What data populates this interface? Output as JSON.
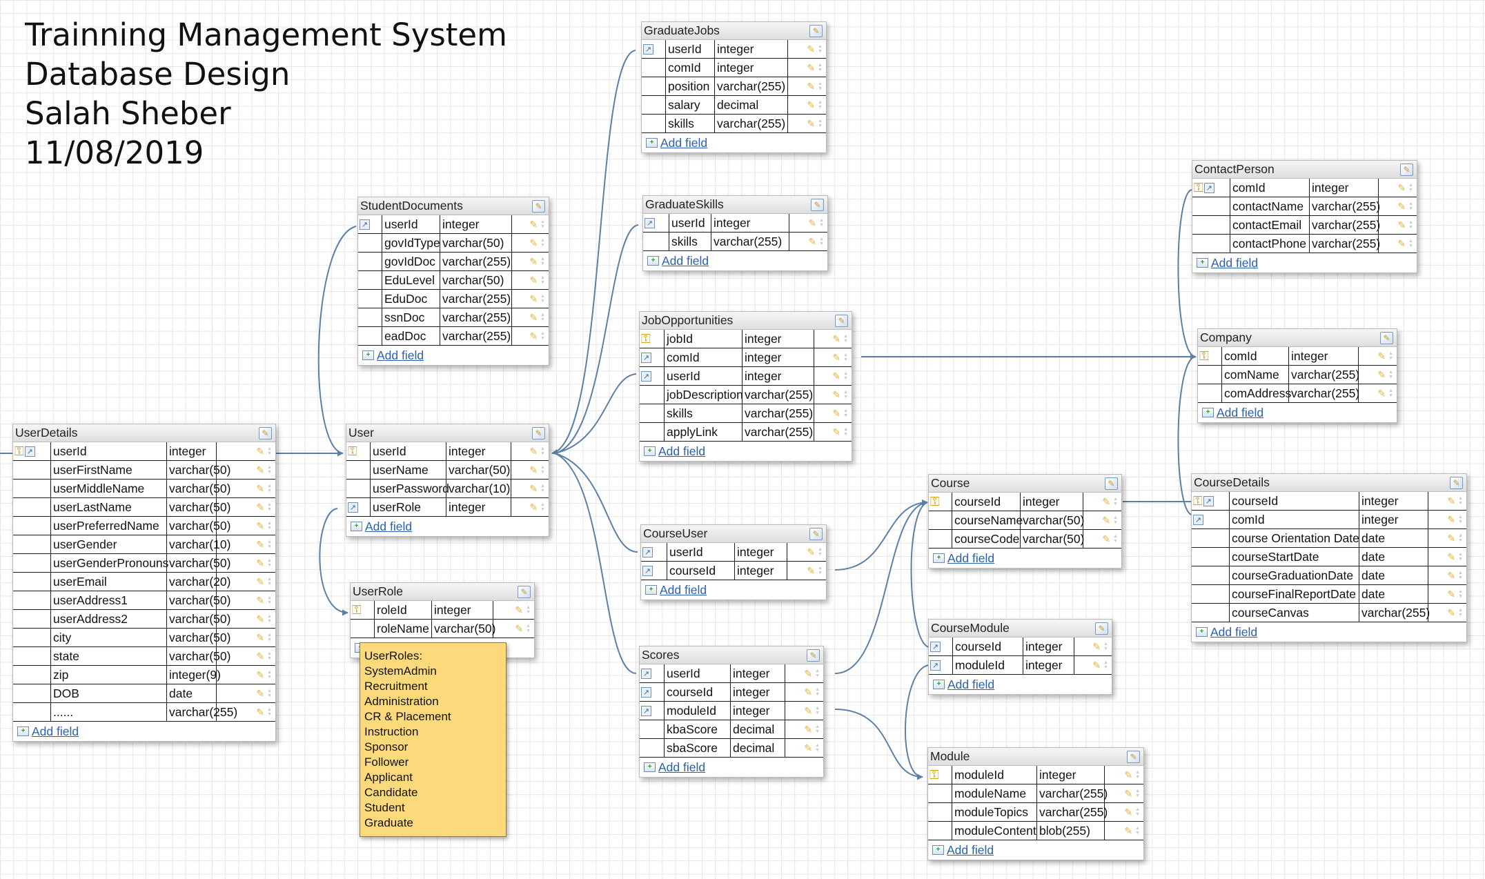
{
  "title": {
    "lines": [
      "Trainning Management System",
      "Database Design",
      "Salah Sheber",
      "11/08/2019"
    ]
  },
  "add_field_label": "Add field",
  "colors": {
    "connector": "#5b7fa6",
    "note": "#fcd97a",
    "link": "#2a5fb0"
  },
  "icons": {
    "primary_key": "key-icon",
    "foreign_key": "foreign-key-icon",
    "edit": "edit-icon",
    "add_field": "add-field-icon"
  },
  "tables": [
    {
      "id": "userdetails",
      "name": "UserDetails",
      "fields": [
        {
          "name": "userId",
          "type": "integer",
          "pk": true,
          "fk": true
        },
        {
          "name": "userFirstName",
          "type": "varchar(50)"
        },
        {
          "name": "userMiddleName",
          "type": "varchar(50)"
        },
        {
          "name": "userLastName",
          "type": "varchar(50)"
        },
        {
          "name": "userPreferredName",
          "type": "varchar(50)"
        },
        {
          "name": "userGender",
          "type": "varchar(10)"
        },
        {
          "name": "userGenderPronouns",
          "type": "varchar(50)"
        },
        {
          "name": "userEmail",
          "type": "varchar(20)"
        },
        {
          "name": "userAddress1",
          "type": "varchar(50)"
        },
        {
          "name": "userAddress2",
          "type": "varchar(50)"
        },
        {
          "name": "city",
          "type": "varchar(50)"
        },
        {
          "name": "state",
          "type": "varchar(50)"
        },
        {
          "name": "zip",
          "type": "integer(9)"
        },
        {
          "name": "DOB",
          "type": "date"
        },
        {
          "name": "......",
          "type": "varchar(255)"
        }
      ]
    },
    {
      "id": "studentdocuments",
      "name": "StudentDocuments",
      "fields": [
        {
          "name": "userId",
          "type": "integer",
          "fk": true
        },
        {
          "name": "govIdType",
          "type": "varchar(50)"
        },
        {
          "name": "govIdDoc",
          "type": "varchar(255)"
        },
        {
          "name": "EduLevel",
          "type": "varchar(50)"
        },
        {
          "name": "EduDoc",
          "type": "varchar(255)"
        },
        {
          "name": "ssnDoc",
          "type": "varchar(255)"
        },
        {
          "name": "eadDoc",
          "type": "varchar(255)"
        }
      ]
    },
    {
      "id": "user",
      "name": "User",
      "fields": [
        {
          "name": "userId",
          "type": "integer",
          "pk": true
        },
        {
          "name": "userName",
          "type": "varchar(50)"
        },
        {
          "name": "userPassword",
          "type": "varchar(10)"
        },
        {
          "name": "userRole",
          "type": "integer",
          "fk": true
        }
      ]
    },
    {
      "id": "userrole",
      "name": "UserRole",
      "fields": [
        {
          "name": "roleId",
          "type": "integer",
          "pk": true
        },
        {
          "name": "roleName",
          "type": "varchar(50)"
        }
      ]
    },
    {
      "id": "graduatejobs",
      "name": "GraduateJobs",
      "fields": [
        {
          "name": "userId",
          "type": "integer",
          "fk": true
        },
        {
          "name": "comId",
          "type": "integer"
        },
        {
          "name": "position",
          "type": "varchar(255)"
        },
        {
          "name": "salary",
          "type": "decimal"
        },
        {
          "name": "skills",
          "type": "varchar(255)"
        }
      ]
    },
    {
      "id": "graduateskills",
      "name": "GraduateSkills",
      "fields": [
        {
          "name": "userId",
          "type": "integer",
          "fk": true
        },
        {
          "name": "skills",
          "type": "varchar(255)"
        }
      ]
    },
    {
      "id": "jobopportunities",
      "name": "JobOpportunities",
      "fields": [
        {
          "name": "jobId",
          "type": "integer",
          "pk": true
        },
        {
          "name": "comId",
          "type": "integer",
          "fk": true
        },
        {
          "name": "userId",
          "type": "integer",
          "fk": true
        },
        {
          "name": "jobDescription",
          "type": "varchar(255)"
        },
        {
          "name": "skills",
          "type": "varchar(255)"
        },
        {
          "name": "applyLink",
          "type": "varchar(255)"
        }
      ]
    },
    {
      "id": "courseuser",
      "name": "CourseUser",
      "fields": [
        {
          "name": "userId",
          "type": "integer",
          "fk": true
        },
        {
          "name": "courseId",
          "type": "integer",
          "fk": true
        }
      ]
    },
    {
      "id": "scores",
      "name": "Scores",
      "fields": [
        {
          "name": "userId",
          "type": "integer",
          "fk": true
        },
        {
          "name": "courseId",
          "type": "integer",
          "fk": true
        },
        {
          "name": "moduleId",
          "type": "integer",
          "fk": true
        },
        {
          "name": "kbaScore",
          "type": "decimal"
        },
        {
          "name": "sbaScore",
          "type": "decimal"
        }
      ]
    },
    {
      "id": "course",
      "name": "Course",
      "fields": [
        {
          "name": "courseId",
          "type": "integer",
          "pk": true
        },
        {
          "name": "courseName",
          "type": "varchar(50)"
        },
        {
          "name": "courseCode",
          "type": "varchar(50)"
        }
      ]
    },
    {
      "id": "coursemodule",
      "name": "CourseModule",
      "fields": [
        {
          "name": "courseId",
          "type": "integer",
          "fk": true
        },
        {
          "name": "moduleId",
          "type": "integer",
          "fk": true
        }
      ]
    },
    {
      "id": "module",
      "name": "Module",
      "fields": [
        {
          "name": "moduleId",
          "type": "integer",
          "pk": true
        },
        {
          "name": "moduleName",
          "type": "varchar(255)"
        },
        {
          "name": "moduleTopics",
          "type": "varchar(255)"
        },
        {
          "name": "moduleContent",
          "type": "blob(255)"
        }
      ]
    },
    {
      "id": "contactperson",
      "name": "ContactPerson",
      "fields": [
        {
          "name": "comId",
          "type": "integer",
          "pk": true,
          "fk": true
        },
        {
          "name": "contactName",
          "type": "varchar(255)"
        },
        {
          "name": "contactEmail",
          "type": "varchar(255)"
        },
        {
          "name": "contactPhone",
          "type": "varchar(255)"
        }
      ]
    },
    {
      "id": "company",
      "name": "Company",
      "fields": [
        {
          "name": "comId",
          "type": "integer",
          "pk": true
        },
        {
          "name": "comName",
          "type": "varchar(255)"
        },
        {
          "name": "comAddress",
          "type": "varchar(255)"
        }
      ]
    },
    {
      "id": "coursedetails",
      "name": "CourseDetails",
      "fields": [
        {
          "name": "courseId",
          "type": "integer",
          "pk": true,
          "fk": true
        },
        {
          "name": "comId",
          "type": "integer",
          "fk": true
        },
        {
          "name": "course Orientation Date",
          "type": "date"
        },
        {
          "name": "courseStartDate",
          "type": "date"
        },
        {
          "name": "courseGraduationDate",
          "type": "date"
        },
        {
          "name": "courseFinalReportDate",
          "type": "date"
        },
        {
          "name": "courseCanvas",
          "type": "varchar(255)"
        }
      ]
    }
  ],
  "note": {
    "lines": [
      "UserRoles:",
      "SystemAdmin",
      "Recruitment",
      "Administration",
      "CR & Placement",
      "Instruction",
      "Sponsor",
      "Follower",
      "Applicant",
      "Candidate",
      "Student",
      "Graduate"
    ]
  }
}
